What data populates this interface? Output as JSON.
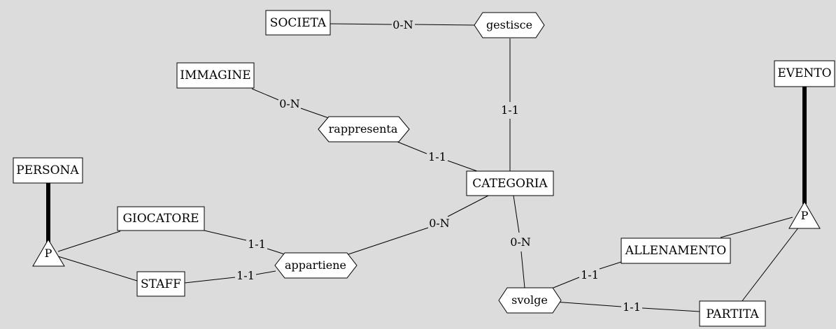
{
  "entities": {
    "societa": "SOCIETA",
    "immagine": "IMMAGINE",
    "evento": "EVENTO",
    "persona": "PERSONA",
    "categoria": "CATEGORIA",
    "giocatore": "GIOCATORE",
    "staff": "STAFF",
    "allenamento": "ALLENAMENTO",
    "partita": "PARTITA"
  },
  "relationships": {
    "gestisce": "gestisce",
    "rappresenta": "rappresenta",
    "appartiene": "appartiene",
    "svolge": "svolge"
  },
  "cardinalities": {
    "societa_gestisce": "0-N",
    "categoria_gestisce": "1-1",
    "immagine_rappresenta": "0-N",
    "categoria_rappresenta": "1-1",
    "giocatore_appartiene": "1-1",
    "staff_appartiene": "1-1",
    "categoria_appartiene": "0-N",
    "categoria_svolge": "0-N",
    "allenamento_svolge": "1-1",
    "partita_svolge": "1-1"
  },
  "generalizations": {
    "persona_type": "P",
    "evento_type": "P"
  },
  "colors": {
    "background": "#dcdcdc",
    "box_fill": "#ffffff",
    "stroke": "#000000"
  }
}
